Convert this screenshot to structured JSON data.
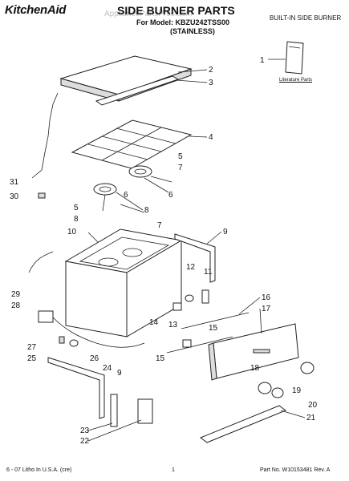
{
  "header": {
    "brand": "KitchenAid",
    "title": "SIDE BURNER PARTS",
    "model_line": "For Model: KBZU242TSS00",
    "finish": "(STAINLESS)",
    "category": "BUILT-IN SIDE BURNER",
    "watermark": "AppliancePartsPros.com"
  },
  "literature": {
    "label": "Literature Parts"
  },
  "callouts": [
    "1",
    "2",
    "3",
    "4",
    "5",
    "7",
    "31",
    "30",
    "5",
    "6",
    "6",
    "8",
    "8",
    "7",
    "10",
    "9",
    "12",
    "11",
    "16",
    "17",
    "29",
    "28",
    "14",
    "13",
    "15",
    "27",
    "25",
    "26",
    "24",
    "9",
    "18",
    "15",
    "19",
    "20",
    "23",
    "22",
    "21"
  ],
  "footer": {
    "left": "6 - 07 Litho In U.S.A. (cre)",
    "center": "1",
    "right": "Part No. W10153481 Rev. A"
  }
}
